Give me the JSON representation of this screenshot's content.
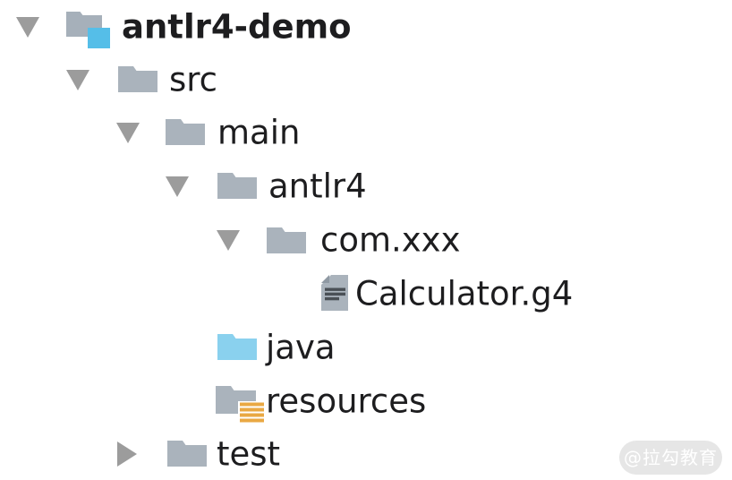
{
  "tree": {
    "items": [
      {
        "label": "antlr4-demo",
        "level": 0,
        "icon": "project-root-folder",
        "state": "expanded"
      },
      {
        "label": "src",
        "level": 1,
        "icon": "folder",
        "state": "expanded"
      },
      {
        "label": "main",
        "level": 2,
        "icon": "folder",
        "state": "expanded"
      },
      {
        "label": "antlr4",
        "level": 3,
        "icon": "folder",
        "state": "expanded"
      },
      {
        "label": "com.xxx",
        "level": 4,
        "icon": "folder",
        "state": "expanded"
      },
      {
        "label": "Calculator.g4",
        "level": 5,
        "icon": "grammar-file",
        "state": "leaf"
      },
      {
        "label": "java",
        "level": 3,
        "icon": "java-source-folder",
        "state": "leaf"
      },
      {
        "label": "resources",
        "level": 3,
        "icon": "resources-folder",
        "state": "leaf"
      },
      {
        "label": "test",
        "level": 2,
        "icon": "folder",
        "state": "collapsed"
      }
    ]
  },
  "watermark": {
    "text": "@拉勾教育"
  },
  "colors": {
    "folder_gray": "#aab3bc",
    "java_folder_blue": "#8ad1ee",
    "project_badge_cyan": "#55bee8",
    "resources_badge_orange": "#e9a843",
    "file_page_gray": "#aab3bc",
    "file_fold_gray": "#8f99a3",
    "file_lines_dark": "#4a5056",
    "arrow_gray": "#9c9c9c",
    "text": "#1d1d1f",
    "watermark_bg": "#e6e6e6",
    "watermark_text": "#ffffff"
  }
}
